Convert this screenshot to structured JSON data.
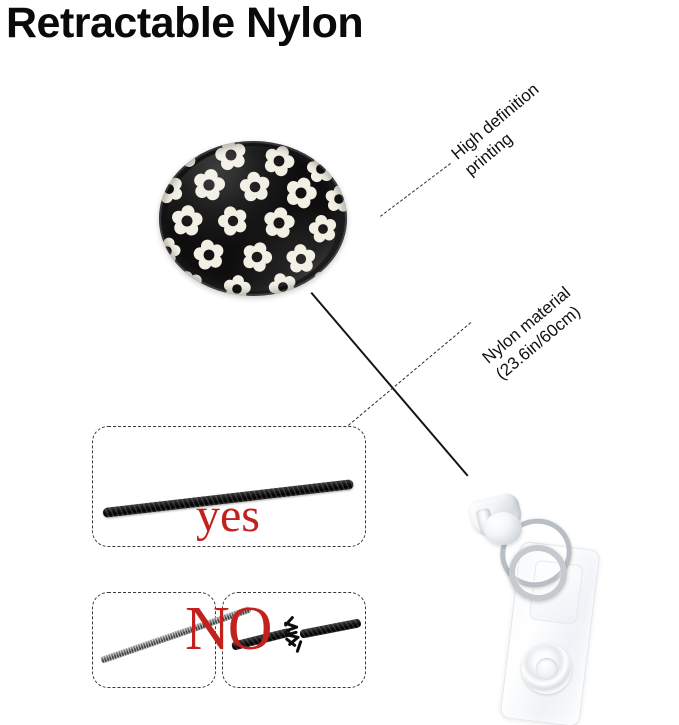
{
  "title": "Retractable Nylon",
  "callouts": [
    {
      "id": "high-definition-printing",
      "line1": "High definition",
      "line2": "printing",
      "text": "High definition printing"
    },
    {
      "id": "nylon-material",
      "line1": "Nylon material",
      "line2": "(23.6in/60cm)",
      "text": "Nylon material (23.6in/60cm)"
    }
  ],
  "comparison": {
    "good": {
      "verdict": "yes",
      "verdict_color": "#c2211d",
      "sample_name": "braided-nylon-cord"
    },
    "bad": {
      "verdict": "NO",
      "verdict_color": "#c2211d",
      "sample_left_name": "steel-wire-cable",
      "sample_right_name": "frayed-broken-cord"
    }
  },
  "product": {
    "disc_name": "badge-reel-disc",
    "disc_base_color": "#0e0e0e",
    "disc_flower_color": "#f2efe4",
    "disc_flower_center_color": "#111111",
    "cord_color": "#141414",
    "clip_name": "badge-strap-clip",
    "clip_color": "#ffffff",
    "ring_color": "#b9bec4"
  },
  "background_color": "#ffffff"
}
